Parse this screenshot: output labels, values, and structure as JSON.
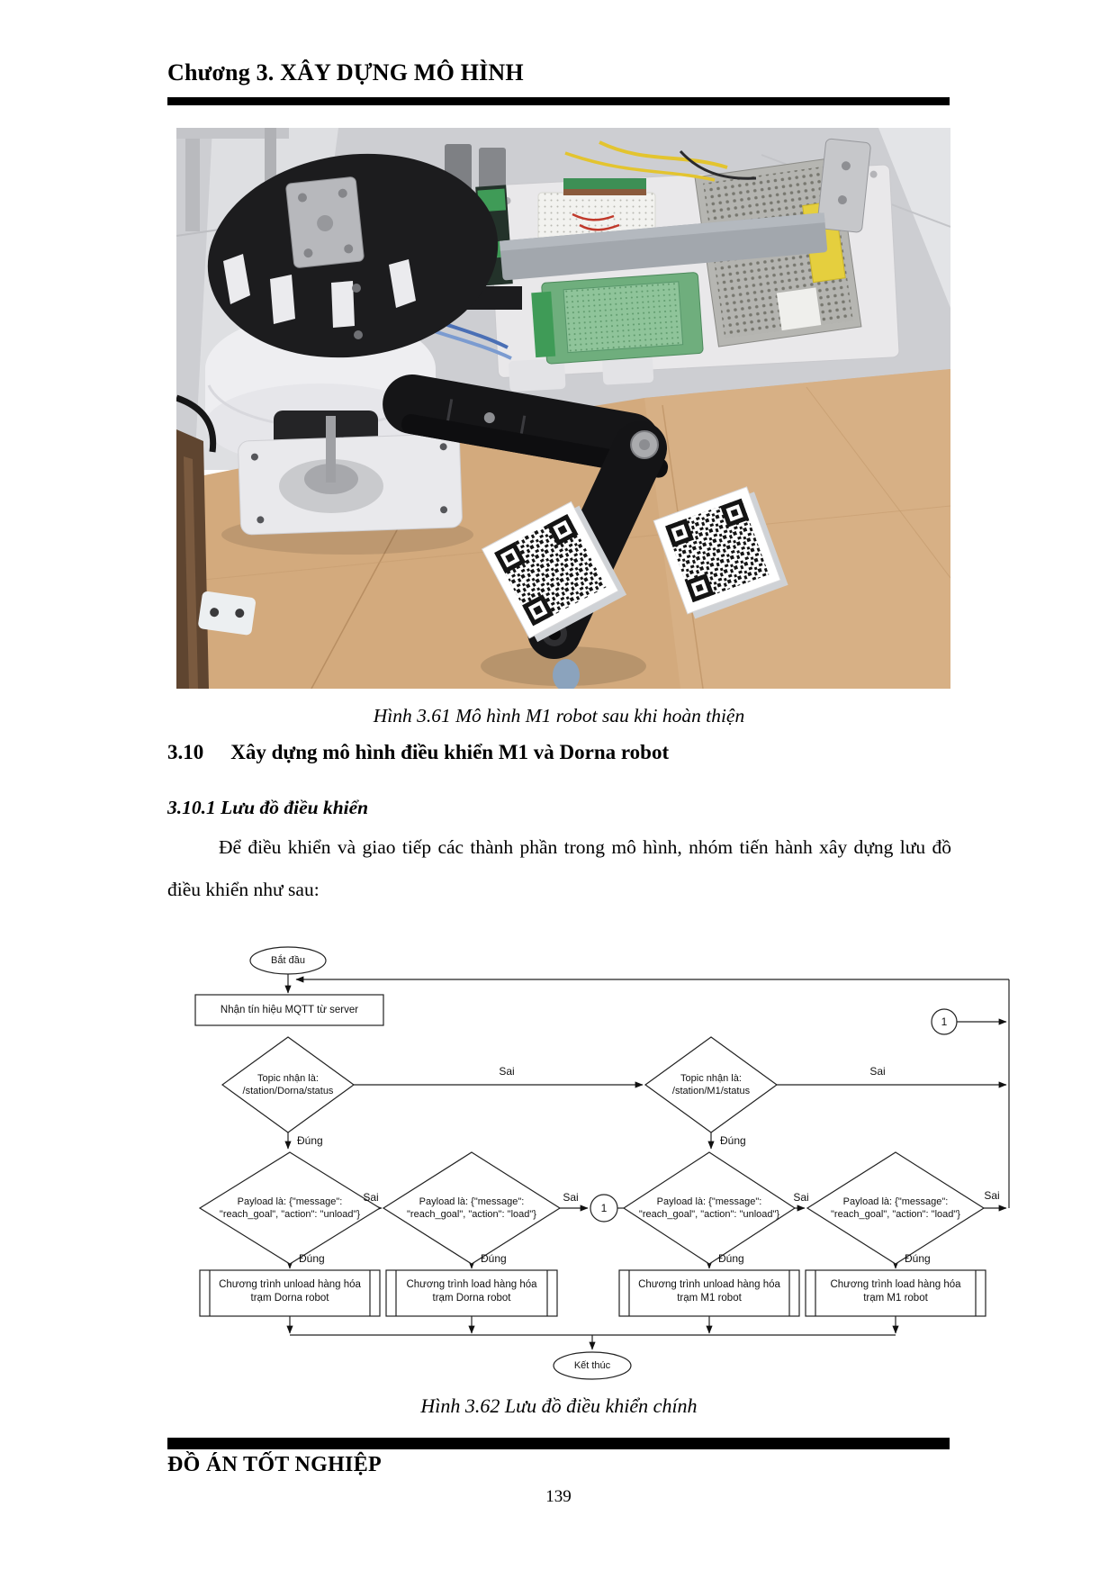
{
  "header": {
    "chapter_title": "Chương 3. XÂY DỰNG MÔ HÌNH"
  },
  "figures": {
    "fig361_caption": "Hình 3.61 Mô hình M1 robot sau khi hoàn thiện",
    "fig362_caption": "Hình 3.62 Lưu đồ điều khiển chính"
  },
  "section": {
    "number": "3.10",
    "title": "Xây dựng mô hình điều khiển M1 và Dorna robot",
    "subsection_title": "3.10.1 Lưu đồ điều khiển",
    "paragraph": "Để điều khiển và giao tiếp các thành phần trong mô hình, nhóm tiến hành xây dựng lưu đồ điều khiển như sau:"
  },
  "flowchart": {
    "start_label": "Bắt đầu",
    "receive_label": "Nhận tín hiệu MQTT từ server",
    "end_label": "Kết thúc",
    "label_true": "Đúng",
    "label_false": "Sai",
    "connector_label": "1",
    "nodes": {
      "topic_dorna_l1": "Topic nhận là:",
      "topic_dorna_l2": "/station/Dorna/status",
      "topic_m1_l1": "Topic nhận là:",
      "topic_m1_l2": "/station/M1/status",
      "payload_dorna_unload_l1": "Payload là: {\"message\":",
      "payload_dorna_unload_l2": "\"reach_goal\", \"action\": \"unload\"}",
      "payload_dorna_load_l1": "Payload là: {\"message\":",
      "payload_dorna_load_l2": "\"reach_goal\", \"action\": \"load\"}",
      "payload_m1_unload_l1": "Payload là: {\"message\":",
      "payload_m1_unload_l2": "\"reach_goal\", \"action\": \"unload\"}",
      "payload_m1_load_l1": "Payload là: {\"message\":",
      "payload_m1_load_l2": "\"reach_goal\", \"action\": \"load\"}",
      "prog_unload_dorna_l1": "Chương trình unload hàng hóa",
      "prog_unload_dorna_l2": "trạm Dorna robot",
      "prog_load_dorna_l1": "Chương trình load hàng hóa",
      "prog_load_dorna_l2": "trạm Dorna robot",
      "prog_unload_m1_l1": "Chương trình unload hàng hóa",
      "prog_unload_m1_l2": "trạm M1 robot",
      "prog_load_m1_l1": "Chương trình load hàng hóa",
      "prog_load_m1_l2": "trạm M1 robot"
    }
  },
  "footer": {
    "title": "ĐỒ ÁN TỐT NGHIỆP",
    "page_number": "139"
  },
  "colors": {
    "rule_black": "#000000",
    "flow_line": "#1a1a1a",
    "wood": "#d3aa7d",
    "wall": "#cdced2"
  }
}
